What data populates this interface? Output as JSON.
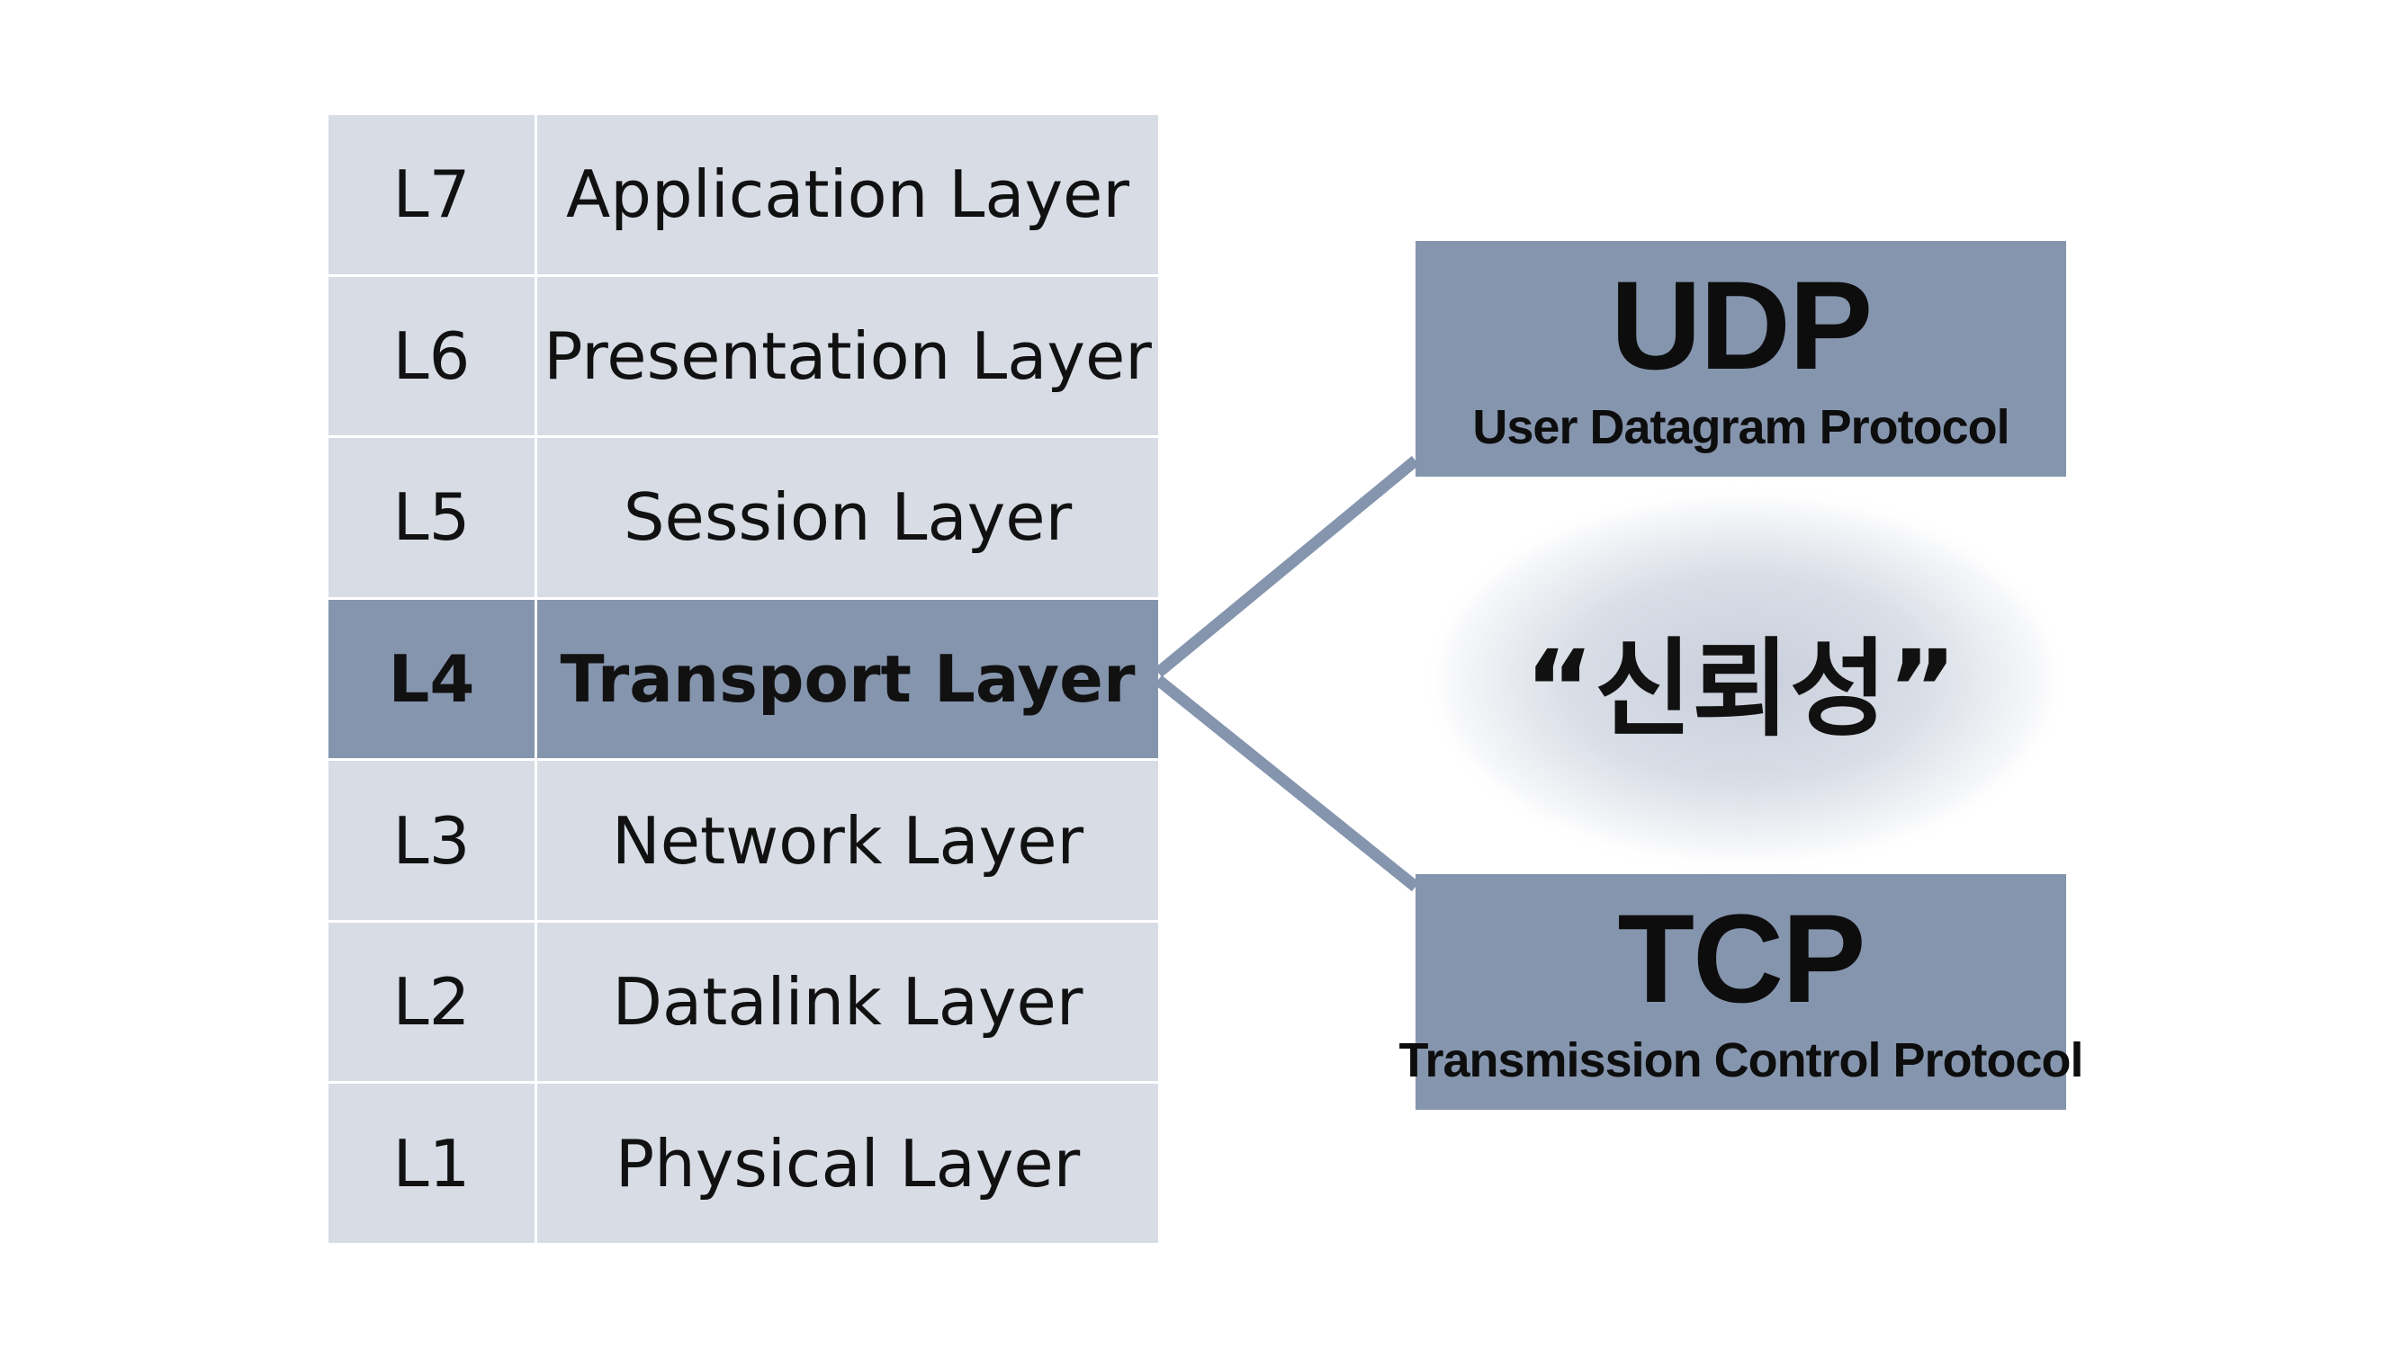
{
  "osi_layers": [
    {
      "code": "L7",
      "name": "Application Layer"
    },
    {
      "code": "L6",
      "name": "Presentation Layer"
    },
    {
      "code": "L5",
      "name": "Session Layer"
    },
    {
      "code": "L4",
      "name": "Transport Layer"
    },
    {
      "code": "L3",
      "name": "Network Layer"
    },
    {
      "code": "L2",
      "name": "Datalink Layer"
    },
    {
      "code": "L1",
      "name": "Physical Layer"
    }
  ],
  "highlighted_layer": "L4",
  "protocols": {
    "udp": {
      "abbr": "UDP",
      "full": "User Datagram Protocol"
    },
    "tcp": {
      "abbr": "TCP",
      "full": "Transmission Control Protocol"
    }
  },
  "keyword": "“신뢰성”",
  "colors": {
    "cell": "#d7dce5",
    "highlight": "#8595ae",
    "connector": "#8595ae",
    "text": "#111111"
  }
}
